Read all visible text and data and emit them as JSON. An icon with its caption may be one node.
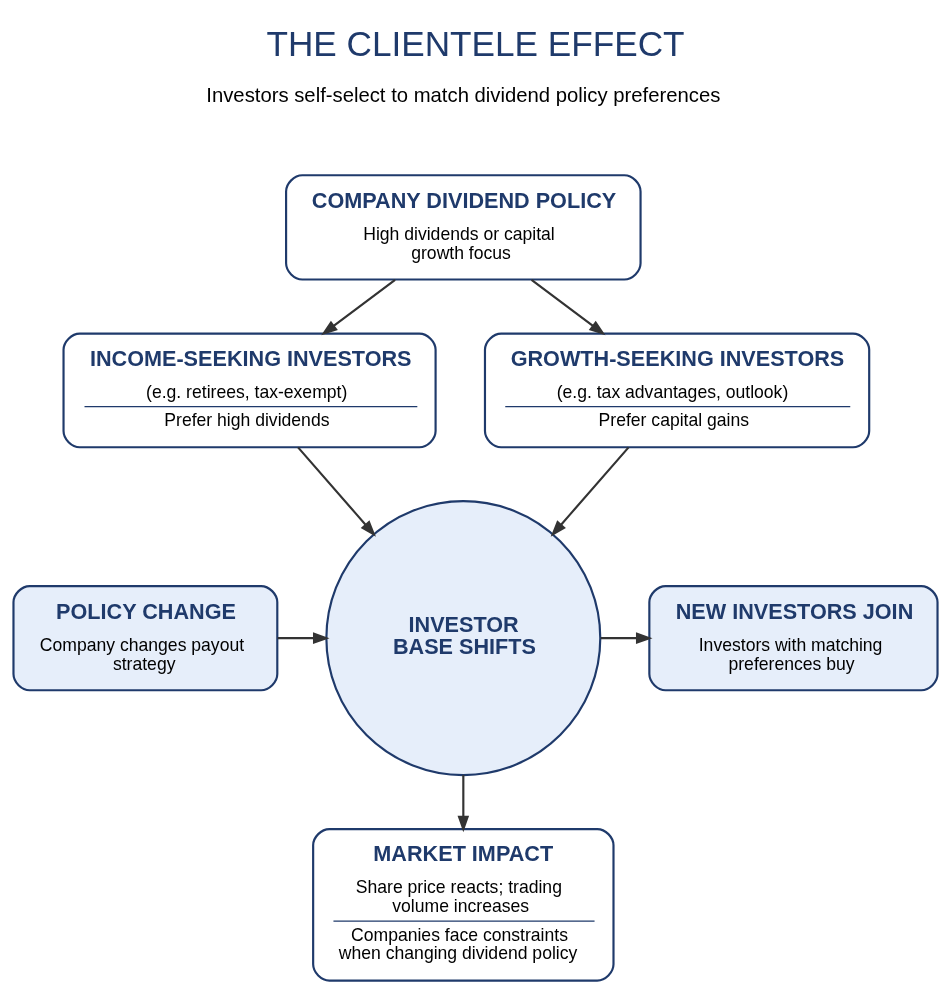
{
  "diagram": {
    "title": "THE CLIENTELE EFFECT",
    "nodes": [
      {
        "text": [
          "COMPANY DIVIDEND POLICY",
          "High dividends or capital growth focus"
        ]
      },
      {
        "text": [
          "INCOME-SEEKING INVESTORS",
          "(e.g. retirees, tax-exempt)",
          "Prefer high dividends"
        ]
      },
      {
        "text": [
          "GROWTH-SEEKING INVESTORS",
          "(e.g. tax advantages, outlook)",
          "Prefer capital gains"
        ]
      },
      {
        "text": [
          "POLICY CHANGE",
          "Company changes payout strategy"
        ]
      },
      {
        "text": [
          "INVESTOR BASE SHIFTS"
        ]
      },
      {
        "text": [
          "NEW INVESTORS JOIN",
          "Investors with matching preferences buy"
        ]
      },
      {
        "text": [
          "MARKET IMPACT",
          "Share price reacts; trading volume increases",
          "Companies face constraints when changing dividend policy"
        ]
      }
    ],
    "edges": [
      {
        "from": 0,
        "to": 1,
        "arrow": "to"
      },
      {
        "from": 0,
        "to": 2,
        "arrow": "to"
      },
      {
        "from": 1,
        "to": 4,
        "arrow": "to"
      },
      {
        "from": 2,
        "to": 4,
        "arrow": "to"
      },
      {
        "from": 3,
        "to": 4,
        "arrow": "to"
      },
      {
        "from": 4,
        "to": 5,
        "arrow": "to"
      },
      {
        "from": 4,
        "to": 6,
        "arrow": "to"
      }
    ],
    "labels": [
      "Investors self-select to match dividend policy preferences"
    ]
  }
}
